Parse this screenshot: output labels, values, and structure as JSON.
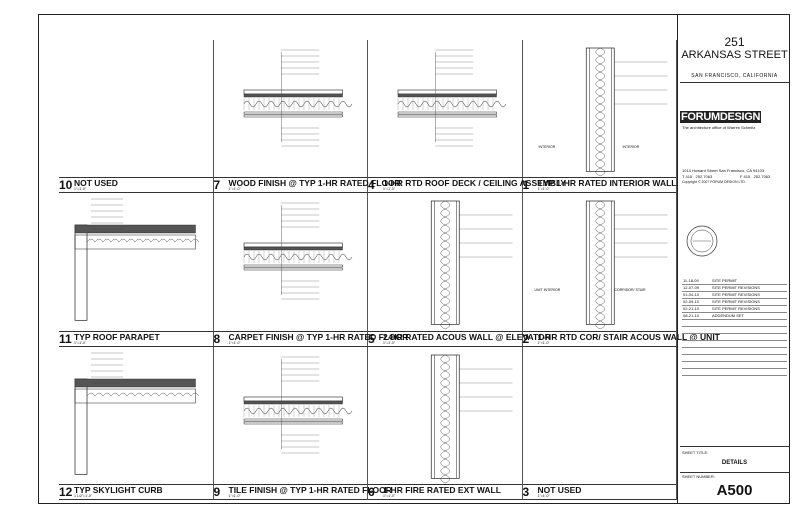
{
  "project": {
    "address_line1": "251",
    "address_line2": "ARKANSAS STREET",
    "city": "SAN FRANCISCO, CALIFORNIA"
  },
  "firm": {
    "logo": "FORUMDESIGN",
    "tagline": "The architecture office of Warren Schmitz",
    "street": "1014 Howard Street San Francisco, CA 94103",
    "phone": "T 415 . 252.7063",
    "fax": "F 415 . 252.7063",
    "copyright": "Copyright © 2007 FORUM DESIGN LTD."
  },
  "revisions": [
    {
      "date": "11-18-09",
      "desc": "SITE PERMIT"
    },
    {
      "date": "12-07-09",
      "desc": "SITE PERMIT REVISIONS"
    },
    {
      "date": "01-04-10",
      "desc": "SITE PERMIT REVISIONS"
    },
    {
      "date": "02-09-10",
      "desc": "SITE PERMIT REVISIONS"
    },
    {
      "date": "02-21-10",
      "desc": "SITE PERMIT REVISIONS"
    },
    {
      "date": "08-21-10",
      "desc": "ADDENDUM SET"
    }
  ],
  "sheet": {
    "title_label": "SHEET TITLE:",
    "title": "DETAILS",
    "number_label": "SHEET NUMBER:",
    "number": "A500"
  },
  "details": [
    {
      "num": "10",
      "title": "NOT USED",
      "scale": "1\"=1'-0\""
    },
    {
      "num": "7",
      "title": "WOOD FINISH @ TYP 1-HR RATED FLOOR",
      "scale": "1\"=1'-0\""
    },
    {
      "num": "4",
      "title": "1-HR RTD ROOF DECK / CEILING ASSEMBLY",
      "scale": "1\"=1'-0\""
    },
    {
      "num": "1",
      "title": "TYP 1-HR RATED INTERIOR WALL",
      "scale": "1\"=1'-0\""
    },
    {
      "num": "11",
      "title": "TYP ROOF PARAPET",
      "scale": "1\"=1'-0\""
    },
    {
      "num": "8",
      "title": "CARPET FINISH @ TYP 1-HR RATED FLOOR",
      "scale": "1\"=1'-0\""
    },
    {
      "num": "5",
      "title": "2-HR RATED ACOUS WALL @ ELEVATOR",
      "scale": "1\"=1'-0\""
    },
    {
      "num": "2",
      "title": "1-HR RTD COR/ STAIR ACOUS WALL @ UNIT",
      "scale": "1\"=1'-0\""
    },
    {
      "num": "12",
      "title": "TYP SKYLIGHT CURB",
      "scale": "1 1/2\"=1'-0\""
    },
    {
      "num": "9",
      "title": "TILE FINISH @ TYP 1-HR RATED FLOOR",
      "scale": "1\"=1'-0\""
    },
    {
      "num": "6",
      "title": "1-HR FIRE RATED EXT WALL",
      "scale": "1\"=1'-0\""
    },
    {
      "num": "3",
      "title": "NOT USED",
      "scale": "1\"=1'-0\""
    }
  ],
  "wall_labels": {
    "interior": "INTERIOR",
    "unit_interior": "UNIT INTERIOR",
    "corridor": "CORRIDOR/ STAIR"
  },
  "colors": {
    "ink": "#111111",
    "hatch": "#555555"
  }
}
